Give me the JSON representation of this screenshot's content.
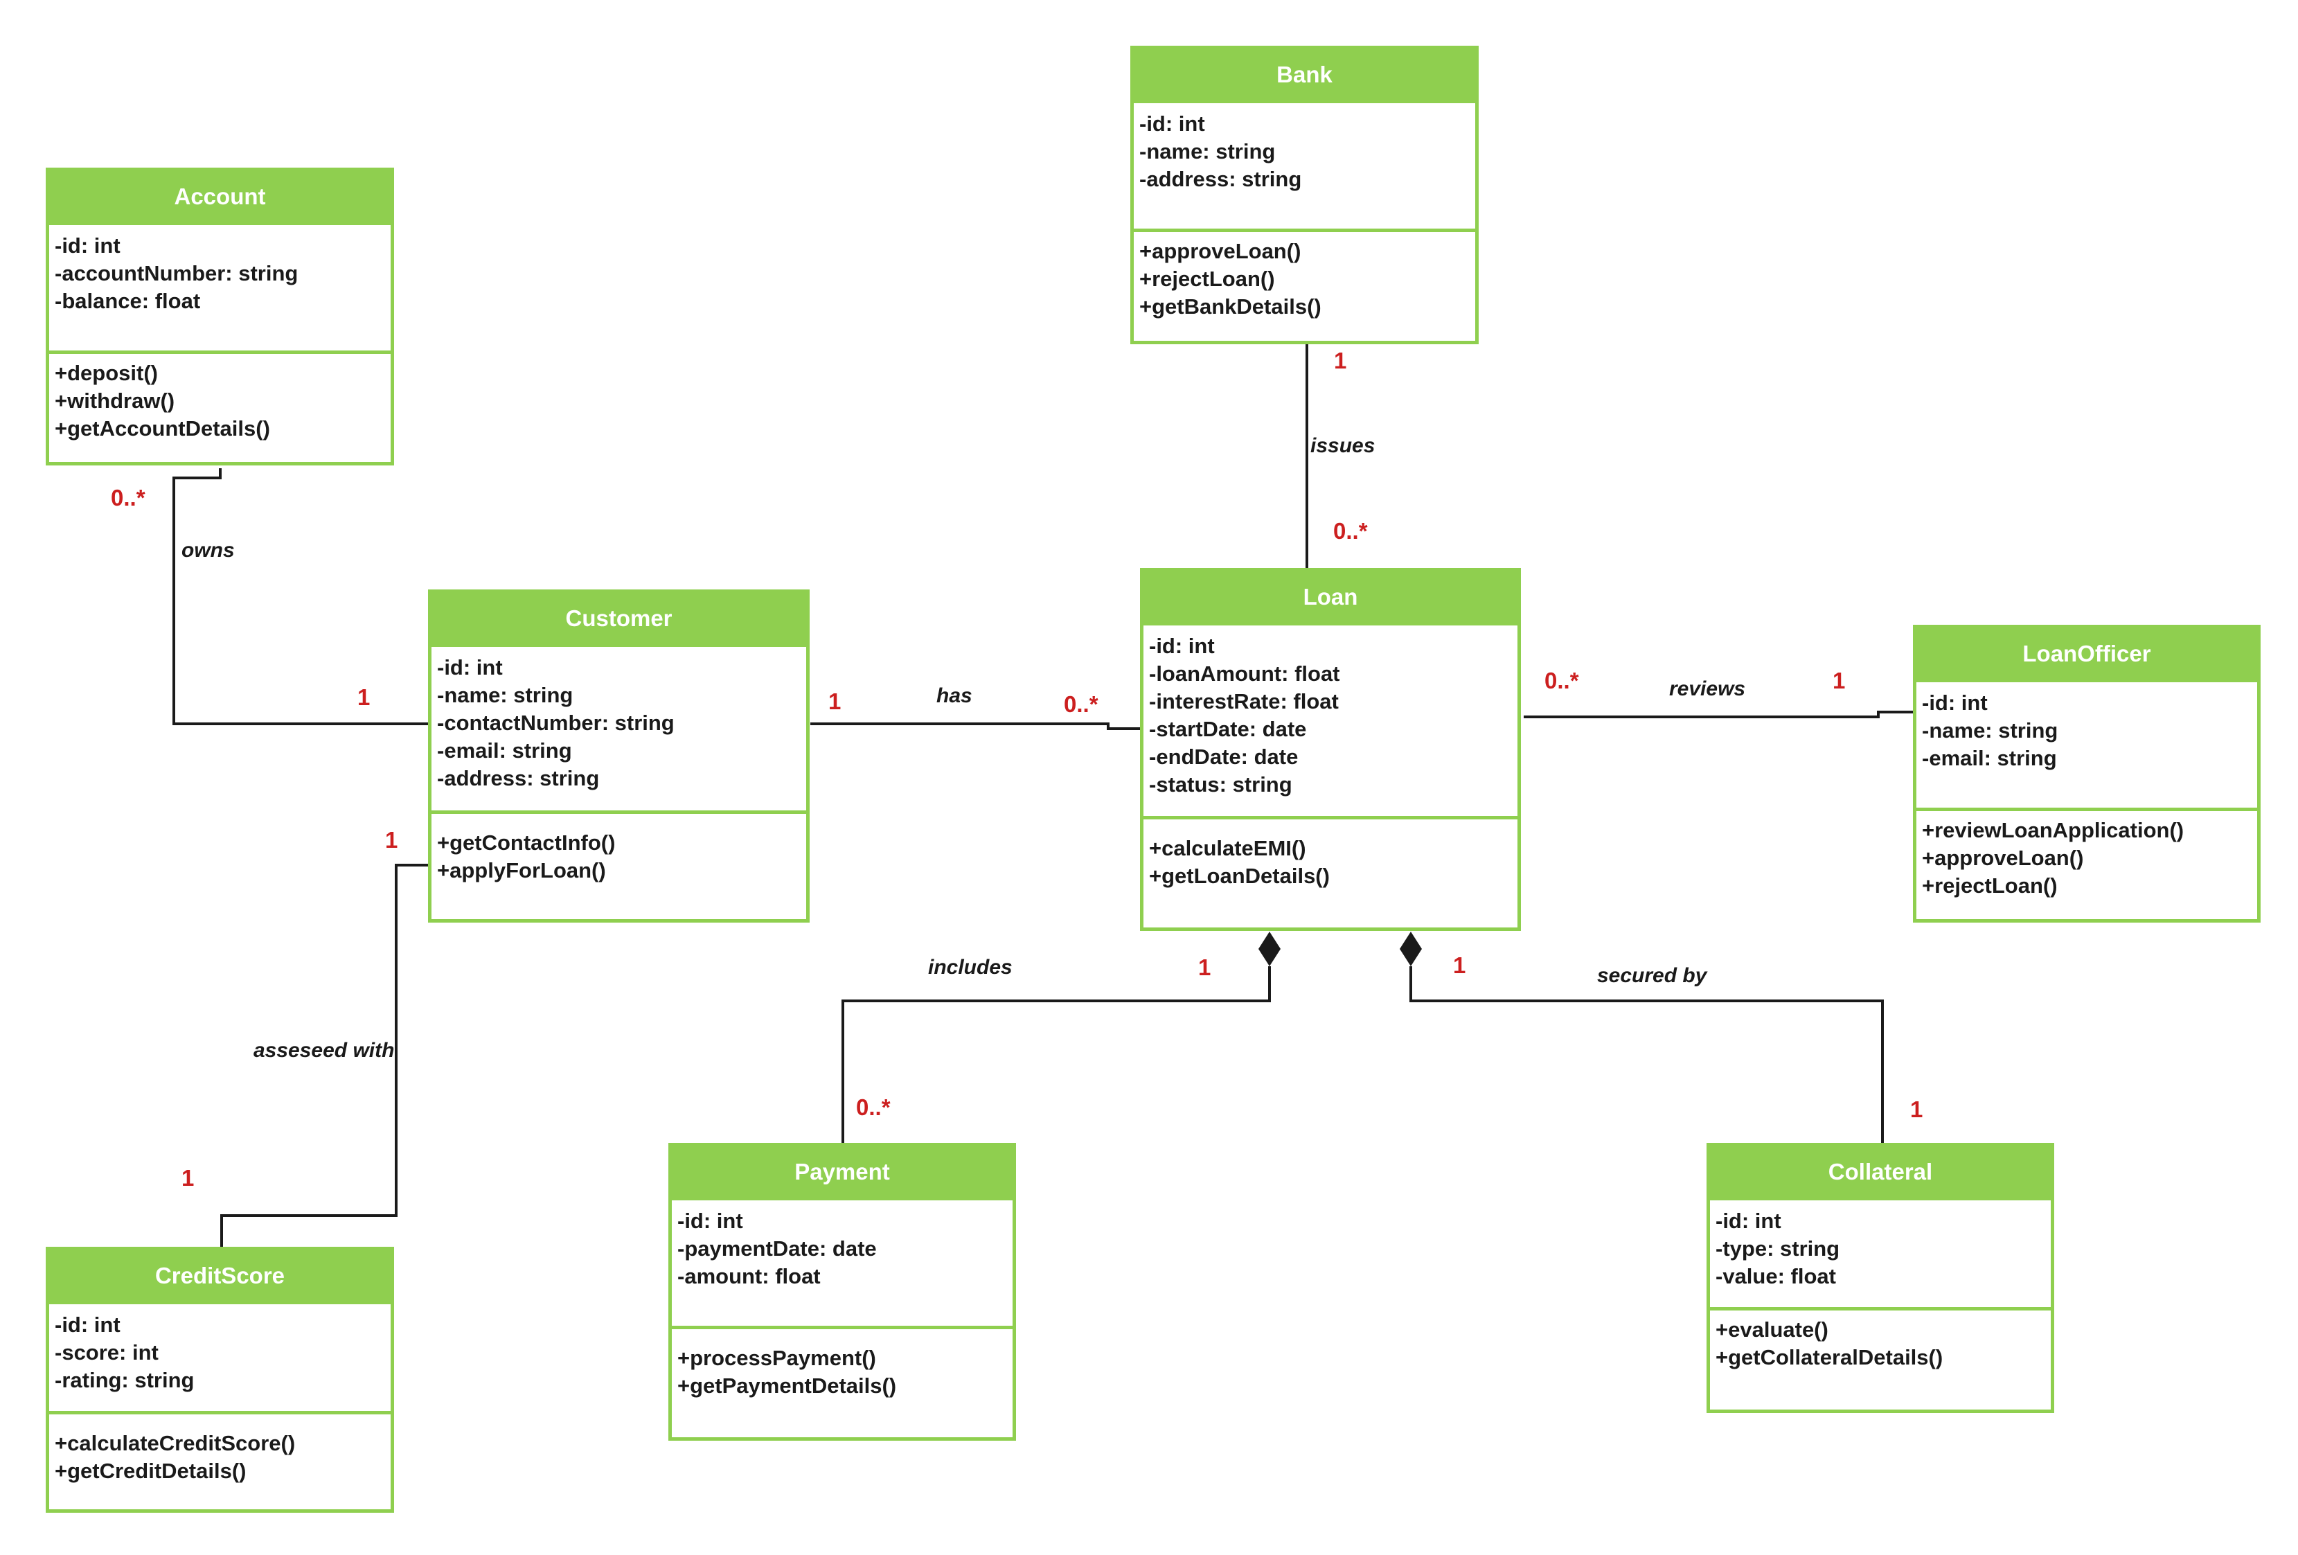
{
  "classes": {
    "account": {
      "name": "Account",
      "attributes": [
        "-id: int",
        "-accountNumber: string",
        "-balance: float"
      ],
      "methods": [
        "+deposit()",
        "+withdraw()",
        "+getAccountDetails()"
      ]
    },
    "bank": {
      "name": "Bank",
      "attributes": [
        "-id: int",
        "-name: string",
        "-address: string"
      ],
      "methods": [
        "+approveLoan()",
        "+rejectLoan()",
        "+getBankDetails()"
      ]
    },
    "customer": {
      "name": "Customer",
      "attributes": [
        "-id: int",
        "-name: string",
        "-contactNumber: string",
        "-email: string",
        "-address: string"
      ],
      "methods": [
        "+getContactInfo()",
        "+applyForLoan()"
      ]
    },
    "loan": {
      "name": "Loan",
      "attributes": [
        "-id: int",
        "-loanAmount: float",
        "-interestRate: float",
        "-startDate: date",
        "-endDate: date",
        "-status: string"
      ],
      "methods": [
        "+calculateEMI()",
        "+getLoanDetails()"
      ]
    },
    "loanofficer": {
      "name": "LoanOfficer",
      "attributes": [
        "-id: int",
        "-name: string",
        "-email: string"
      ],
      "methods": [
        "+reviewLoanApplication()",
        "+approveLoan()",
        "+rejectLoan()"
      ]
    },
    "payment": {
      "name": "Payment",
      "attributes": [
        "-id: int",
        "-paymentDate: date",
        "-amount: float"
      ],
      "methods": [
        "+processPayment()",
        "+getPaymentDetails()"
      ]
    },
    "collateral": {
      "name": "Collateral",
      "attributes": [
        "-id: int",
        "-type: string",
        "-value: float"
      ],
      "methods": [
        "+evaluate()",
        "+getCollateralDetails()"
      ]
    },
    "creditscore": {
      "name": "CreditScore",
      "attributes": [
        "-id: int",
        "-score: int",
        "-rating: string"
      ],
      "methods": [
        "+calculateCreditScore()",
        "+getCreditDetails()"
      ]
    }
  },
  "associations": {
    "owns": {
      "label": "owns",
      "from_mult": "0..*",
      "to_mult": "1"
    },
    "issues": {
      "label": "issues",
      "from_mult": "1",
      "to_mult": "0..*"
    },
    "has": {
      "label": "has",
      "from_mult": "1",
      "to_mult": "0..*"
    },
    "reviews": {
      "label": "reviews",
      "from_mult": "0..*",
      "to_mult": "1"
    },
    "includes": {
      "label": "includes",
      "from_mult": "1",
      "to_mult": "0..*"
    },
    "secured_by": {
      "label": "secured by",
      "from_mult": "1",
      "to_mult": "1"
    },
    "assessed_with": {
      "label": "asseseed with",
      "from_mult": "1",
      "to_mult": "1"
    }
  },
  "colors": {
    "class_header": "#8fcf4f",
    "multiplicity": "#cc1f1f",
    "line": "#1a1a1a"
  }
}
